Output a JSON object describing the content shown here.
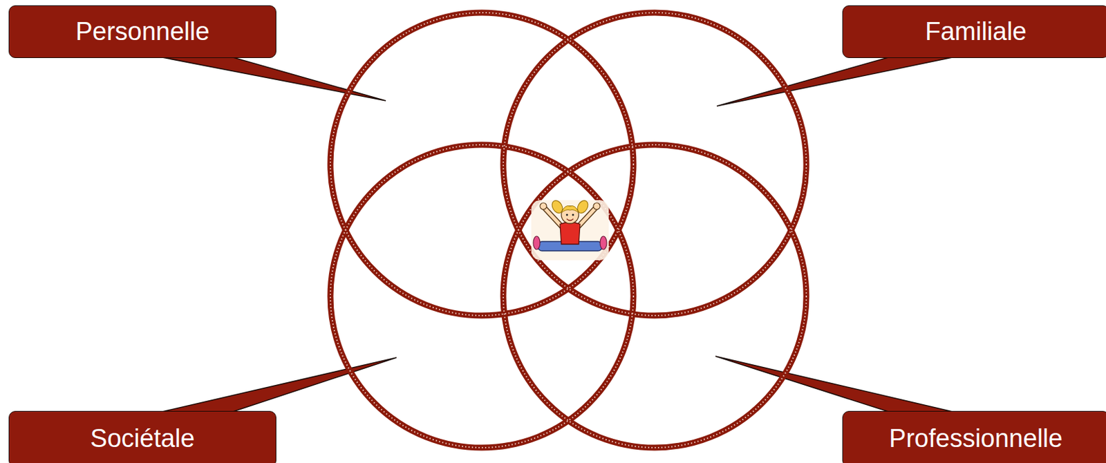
{
  "diagram": {
    "nodes": [
      {
        "text": [
          "Personnelle"
        ]
      },
      {
        "text": [
          "Familiale"
        ]
      },
      {
        "text": [
          "Sociétale"
        ]
      },
      {
        "text": [
          "Professionnelle"
        ]
      }
    ]
  }
}
